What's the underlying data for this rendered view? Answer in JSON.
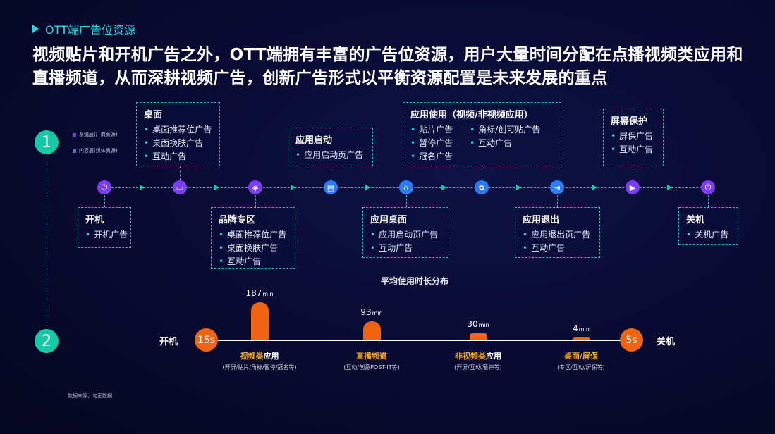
{
  "section_title": "OTT端广告位资源",
  "headline": "视频贴片和开机广告之外，OTT端拥有丰富的广告位资源，用户大量时间分配在点播视频类应用和直播频道，从而深耕视频广告，创新广告形式以平衡资源配置是未来发展的重点",
  "step_numbers": [
    "1",
    "2"
  ],
  "legend": [
    {
      "label": "系统层(厂商资源)",
      "color": "#7c3cf0"
    },
    {
      "label": "内容层(媒体资源)",
      "color": "#2d7cf2"
    }
  ],
  "colors": {
    "accent": "#27d3e6",
    "number_circle": "#16c9a6",
    "orange": "#ef6413",
    "highlight": "#f6a821",
    "purple": "#7c3cf0",
    "blue": "#2d7cf2"
  },
  "flow_nodes": [
    {
      "icon": "power-icon",
      "glyph": "⏻",
      "layer": "system",
      "box": {
        "title": "开机",
        "items": [
          "开机广告"
        ]
      }
    },
    {
      "icon": "monitor-icon",
      "glyph": "▭",
      "layer": "system",
      "box": {
        "title": "桌面",
        "items": [
          "桌面推荐位广告",
          "桌面换肤广告",
          "互动广告"
        ]
      }
    },
    {
      "icon": "tag-icon",
      "glyph": "◈",
      "layer": "system",
      "box": {
        "title": "品牌专区",
        "items": [
          "桌面推荐位广告",
          "桌面换肤广告",
          "互动广告"
        ]
      }
    },
    {
      "icon": "document-icon",
      "glyph": "▤",
      "layer": "content",
      "box": {
        "title": "应用启动",
        "items": [
          "应用启动页广告"
        ]
      }
    },
    {
      "icon": "home-icon",
      "glyph": "⌂",
      "layer": "content",
      "box": {
        "title": "应用桌面",
        "items": [
          "应用启动页广告",
          "互动广告"
        ]
      }
    },
    {
      "icon": "apps-icon",
      "glyph": "✿",
      "layer": "content",
      "box": {
        "title": "应用使用（视频/非视频应用）",
        "items_col1": [
          "贴片广告",
          "暂停广告",
          "冠名广告"
        ],
        "items_col2": [
          "角标/创可贴广告",
          "互动广告"
        ]
      }
    },
    {
      "icon": "exit-icon",
      "glyph": "⇥",
      "layer": "content",
      "box": {
        "title": "应用退出",
        "items": [
          "应用退出页广告",
          "互动广告"
        ]
      }
    },
    {
      "icon": "play-pause-icon",
      "glyph": "▶",
      "layer": "system",
      "box": {
        "title": "屏幕保护",
        "items": [
          "屏保广告",
          "互动广告"
        ]
      }
    },
    {
      "icon": "power-icon",
      "glyph": "⏻",
      "layer": "system",
      "box": {
        "title": "关机",
        "items": [
          "关机广告"
        ]
      }
    }
  ],
  "chart_data": {
    "type": "bar",
    "title": "平均使用时长分布",
    "start_label": "开机",
    "end_label": "关机",
    "start_marker": "15s",
    "end_marker": "5s",
    "unit": "min",
    "categories": [
      {
        "name_hl": "视频类",
        "name_rest": "应用",
        "sub": "(开屏/贴片/角标/暂停/冠名等)"
      },
      {
        "name_hl": "直播频道",
        "name_rest": "",
        "sub": "(互动/创意POST-IT等)"
      },
      {
        "name_hl": "非视频类",
        "name_rest": "应用",
        "sub": "(开屏/互动/暂停等)"
      },
      {
        "name_hl": "桌面/屏保",
        "name_rest": "",
        "sub": "(专区/互动/屏保等)"
      }
    ],
    "values": [
      187,
      93,
      30,
      4
    ],
    "value_labels": [
      "187",
      "93",
      "30",
      "4"
    ]
  },
  "source_note": "数据来源，勾正数据"
}
